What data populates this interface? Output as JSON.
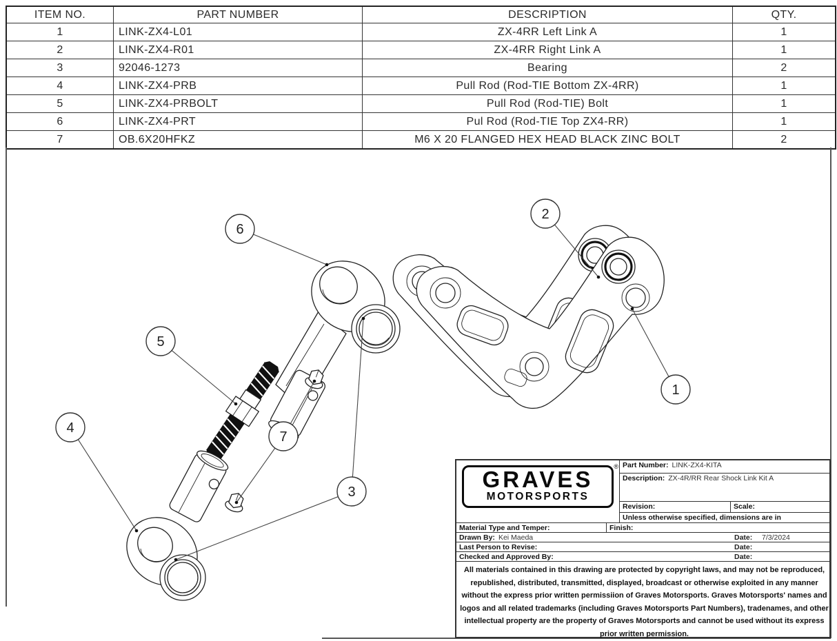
{
  "bom": {
    "headers": [
      "ITEM NO.",
      "PART NUMBER",
      "DESCRIPTION",
      "QTY."
    ],
    "rows": [
      {
        "item": "1",
        "part": "LINK-ZX4-L01",
        "desc": "ZX-4RR Left Link A",
        "qty": "1"
      },
      {
        "item": "2",
        "part": "LINK-ZX4-R01",
        "desc": "ZX-4RR Right Link A",
        "qty": "1"
      },
      {
        "item": "3",
        "part": "92046-1273",
        "desc": "Bearing",
        "qty": "2"
      },
      {
        "item": "4",
        "part": "LINK-ZX4-PRB",
        "desc": "Pull Rod (Rod-TIE Bottom ZX-4RR)",
        "qty": "1"
      },
      {
        "item": "5",
        "part": "LINK-ZX4-PRBOLT",
        "desc": "Pull Rod (Rod-TIE) Bolt",
        "qty": "1"
      },
      {
        "item": "6",
        "part": "LINK-ZX4-PRT",
        "desc": "Pul Rod (Rod-TIE Top ZX4-RR)",
        "qty": "1"
      },
      {
        "item": "7",
        "part": "OB.6X20HFKZ",
        "desc": "M6 X 20 FLANGED HEX HEAD BLACK ZINC BOLT",
        "qty": "2"
      }
    ]
  },
  "drawing": {
    "balloon_labels": [
      "1",
      "2",
      "3",
      "4",
      "5",
      "6",
      "7"
    ]
  },
  "title_block": {
    "logo_line1": "GRAVES",
    "logo_line2": "MOTORSPORTS",
    "registered_mark": "®",
    "part_number_label": "Part Number:",
    "part_number": "LINK-ZX4-KITA",
    "description_label": "Description:",
    "description": "ZX-4R/RR Rear Shock Link Kit A",
    "revision_label": "Revision:",
    "scale_label": "Scale:",
    "units_note": "Unless otherwise specified, dimensions are in",
    "material_label": "Material Type and Temper:",
    "finish_label": "Finish:",
    "drawn_by_label": "Drawn By:",
    "drawn_by": "Kei Maeda",
    "date_label": "Date:",
    "drawn_date": "7/3/2024",
    "last_revise_label": "Last Person to Revise:",
    "checked_label": "Checked and Approved By:",
    "copyright_lines": [
      "All materials contained in this drawing are protected by copyright laws, and may not be reproduced,",
      "republished, distributed, transmitted, displayed, broadcast or otherwise exploited in any manner",
      "without the express prior written permissiion of Graves Motorsports. Graves Motorsports' names and",
      "logos and all related trademarks (including Graves Motorsports Part Numbers), tradenames, and other",
      "intellectual property are the property of Graves Motorsports and cannot be used without its express",
      "prior written permission."
    ]
  }
}
